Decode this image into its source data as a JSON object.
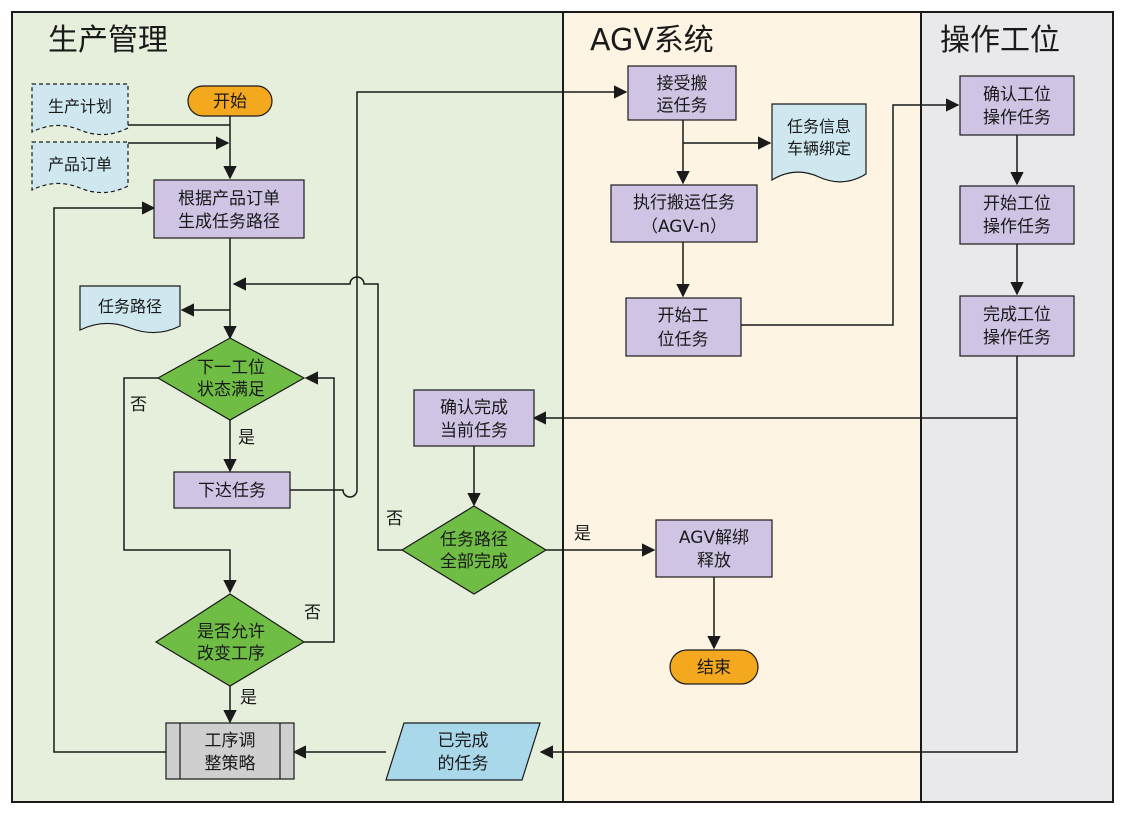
{
  "lanes": {
    "production": {
      "title": "生产管理",
      "color": "#e5efdb"
    },
    "agv": {
      "title": "AGV系统",
      "color": "#fdf4e4"
    },
    "workstation": {
      "title": "操作工位",
      "color": "#e9e9ec"
    }
  },
  "colors": {
    "process": "#cfc4e4",
    "terminal": "#f4a81d",
    "decision": "#6fbd45",
    "document": "#cfe8ef",
    "line": "#1a1a1a"
  },
  "nodes": {
    "plan_doc": {
      "text": "生产计划"
    },
    "order_doc": {
      "text": "产品订单"
    },
    "start": {
      "text": "开始"
    },
    "gen_path": {
      "line1": "根据产品订单",
      "line2": "生成任务路径"
    },
    "path_doc": {
      "text": "任务路径"
    },
    "next_station": {
      "line1": "下一工位",
      "line2": "状态满足"
    },
    "issue_task": {
      "text": "下达任务"
    },
    "allow_change": {
      "line1": "是否允许",
      "line2": "改变工序"
    },
    "adjust": {
      "line1": "工序调",
      "line2": "整策略"
    },
    "accept": {
      "line1": "接受搬",
      "line2": "运任务"
    },
    "bind_doc": {
      "line1": "任务信息",
      "line2": "车辆绑定"
    },
    "exec": {
      "line1": "执行搬运任务",
      "line2": "（AGV-n）"
    },
    "start_station_task": {
      "line1": "开始工",
      "line2": "位任务"
    },
    "confirm_current": {
      "line1": "确认完成",
      "line2": "当前任务"
    },
    "all_done": {
      "line1": "任务路径",
      "line2": "全部完成"
    },
    "release": {
      "line1": "AGV解绑",
      "line2": "释放"
    },
    "end": {
      "text": "结束"
    },
    "done_tasks": {
      "line1": "已完成",
      "line2": "的任务"
    },
    "ws_confirm": {
      "line1": "确认工位",
      "line2": "操作任务"
    },
    "ws_start": {
      "line1": "开始工位",
      "line2": "操作任务"
    },
    "ws_finish": {
      "line1": "完成工位",
      "line2": "操作任务"
    }
  },
  "labels": {
    "next_no": "否",
    "next_yes": "是",
    "change_no": "否",
    "change_yes": "是",
    "all_no": "否",
    "all_yes": "是"
  }
}
